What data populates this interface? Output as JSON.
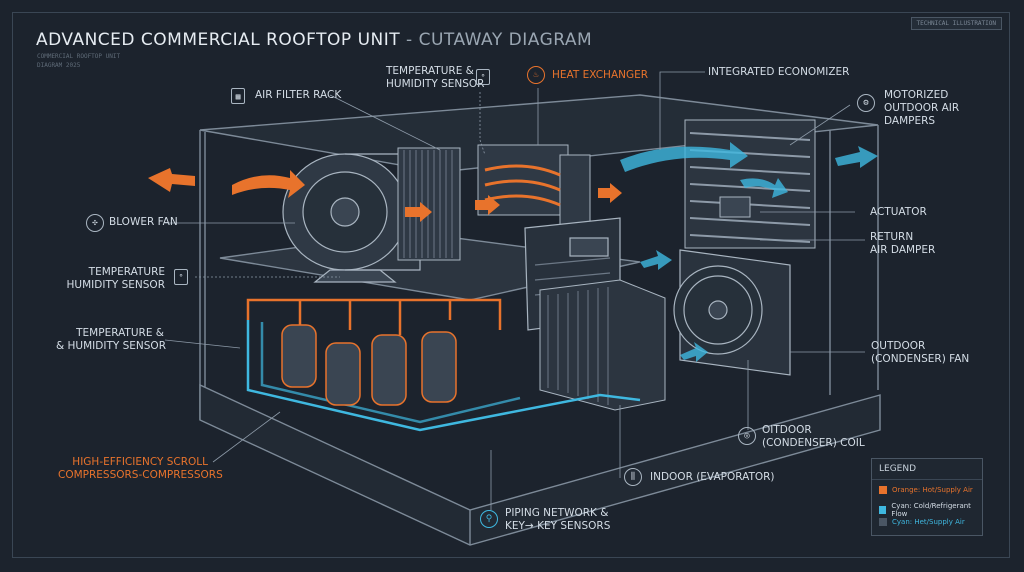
{
  "header": {
    "title_main": "ADVANCED COMMERCIAL ROOFTOP UNIT",
    "title_sub": " - CUTAWAY DIAGRAM",
    "small_line1": "COMMERCIAL ROOFTOP UNIT",
    "small_line2": "DIAGRAM 2025",
    "badge": "TECHNICAL ILLUSTRATION"
  },
  "labels": {
    "air_filter_rack": "AIR FILTER RACK",
    "temp_humidity_top_1": "TEMPERATURE &",
    "temp_humidity_top_2": "HUMIDITY SENSOR",
    "heat_exchanger": "HEAT EXCHANGER",
    "integrated_economizer": "INTEGRATED ECONOMIZER",
    "motorized_1": "MOTORIZED",
    "motorized_2": "OUTDOOR AIR",
    "motorized_3": "DAMPERS",
    "blower_fan": "BLOWER FAN",
    "actuator": "ACTUATOR",
    "return_1": "RETURN",
    "return_2": "AIR DAMPER",
    "temp_hum_left_1": "TEMPERATURE",
    "temp_hum_left_2": "HUMIDITY SENSOR",
    "temp_hum_left2_1": "TEMPERATURE &",
    "temp_hum_left2_2": "& HUMIDITY SENSOR",
    "outdoor_fan_1": "OUTDOOR",
    "outdoor_fan_2": "(CONDENSER) FAN",
    "outdoor_coil_1": "OITDOOR",
    "outdoor_coil_2": "(CONDENSER) COIL",
    "compressors_1": "HIGH-EFFICIENCY SCROLL",
    "compressors_2": "COMPRESSORS-COMPRESSORS",
    "indoor_evap": "INDOOR (EVAPORATOR)",
    "piping_1": "PIPING NETWORK &",
    "piping_2": "KEY→ KEY SENSORS"
  },
  "legend": {
    "title": "LEGEND",
    "items": [
      {
        "label": "Orange: Hot/Supply Air",
        "color": "#e8732c"
      },
      {
        "label": "Cyan: Cold/Refrigerant Flow",
        "color": "#3fb8e0"
      },
      {
        "label": "Cyan: Het/Supply Air",
        "color": "#4a5664"
      }
    ]
  },
  "colors": {
    "hot": "#e8732c",
    "cold": "#3fb8e0",
    "line": "#8d9aa8",
    "bg": "#1c232d"
  },
  "icons": {
    "air_filter": "filter-grid-icon",
    "temp_top": "thermometer-icon",
    "heat_exchanger": "flame-icon",
    "motorized": "damper-gear-icon",
    "blower": "fan-icon",
    "temp_left": "thermometer-icon",
    "coil": "coil-icon",
    "evaporator": "evaporator-icon",
    "piping": "pipe-wrench-icon"
  }
}
